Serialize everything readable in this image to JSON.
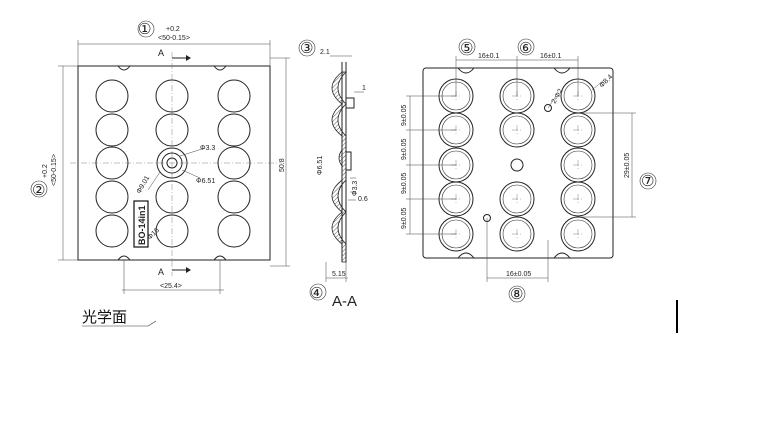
{
  "callouts": {
    "c1": "①",
    "c2": "②",
    "c3": "③",
    "c4": "④",
    "c5": "⑤",
    "c6": "⑥",
    "c7": "⑦",
    "c8": "⑧"
  },
  "front_view": {
    "width_dim": "<50-0.15>",
    "width_tol": "+0.2",
    "height_dim": "<50-0.15>",
    "height_tol": "+0.2",
    "height_overall": "50.8",
    "bottom_dim": "<25.4>",
    "section_label_top": "A",
    "section_label_bottom": "A",
    "dia_inner": "Φ3.3",
    "dia_outer": "Φ6.51",
    "dia_ring": "Φ9.01",
    "rotated_note": "Φ16",
    "model_mark": "BO-14in1"
  },
  "section_view": {
    "top_dim": "2.1",
    "side_dim": "1",
    "dia_a": "Φ6.51",
    "dia_b": "Φ3.3",
    "gap": "0.6",
    "bottom_dim": "5.15",
    "label": "A-A"
  },
  "back_view": {
    "spacing_left": "16±0.1",
    "spacing_right": "16±0.1",
    "pitch_1": "9±0.05",
    "pitch_2": "9±0.05",
    "pitch_3": "9±0.05",
    "pitch_4": "9±0.05",
    "hole_dia": "2-Φ2",
    "lens_dia": "Φ8.4",
    "vertical_span": "29±0.05",
    "bottom_span": "16±0.05"
  },
  "footer": {
    "optical_face": "光学面"
  }
}
